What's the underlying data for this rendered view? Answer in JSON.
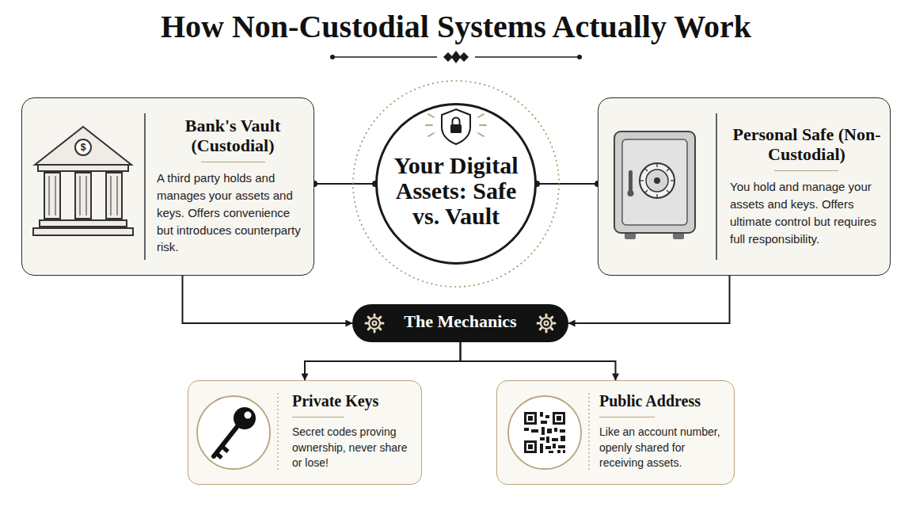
{
  "diagram": {
    "title": "How Non-Custodial Systems Actually Work",
    "nodes": [
      {
        "text": [
          "Bank's Vault (Custodial)",
          "A third party holds and manages your assets and keys. Offers convenience but introduces counterparty risk."
        ]
      },
      {
        "text": [
          "Your Digital Assets: Safe vs. Vault"
        ]
      },
      {
        "text": [
          "Personal Safe (Non-Custodial)",
          "You hold and manage your assets and keys. Offers ultimate control but requires full responsibility."
        ]
      },
      {
        "text": [
          "The Mechanics"
        ]
      },
      {
        "text": [
          "Private Keys",
          "Secret codes proving ownership, never share or lose!"
        ]
      },
      {
        "text": [
          "Public Address",
          "Like an account number, openly shared for receiving assets."
        ]
      }
    ],
    "edges": [
      {
        "from": 1,
        "to": 0,
        "arrow": "none"
      },
      {
        "from": 1,
        "to": 2,
        "arrow": "none"
      },
      {
        "from": 0,
        "to": 3,
        "arrow": "to"
      },
      {
        "from": 2,
        "to": 3,
        "arrow": "to"
      },
      {
        "from": 3,
        "to": 4,
        "arrow": "to"
      },
      {
        "from": 3,
        "to": 5,
        "arrow": "to"
      }
    ],
    "labels": [
      "$"
    ]
  }
}
